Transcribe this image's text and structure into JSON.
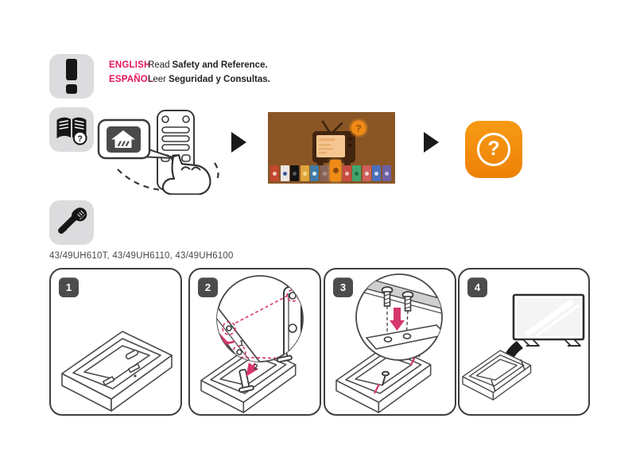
{
  "colors": {
    "accent_pink": "#e6155f",
    "arrow_pink": "#d6356d",
    "icon_gray_bg": "#dcdcde",
    "ink": "#1a1a1a",
    "panel_border": "#3f3f3f",
    "badge_bg": "#4c4c4c",
    "help_orange": "#ef8a17",
    "webos_bg": "#8a5626"
  },
  "safety": {
    "rows": [
      {
        "lang": "ENGLISH",
        "prefix": "Read",
        "bold": "Safety and Reference."
      },
      {
        "lang": "ESPAÑOL",
        "prefix": "Leer",
        "bold": "Seguridad y Consultas."
      }
    ]
  },
  "icons": {
    "book_question": "?",
    "help_glyph": "?"
  },
  "webos": {
    "badge_glyph": "?",
    "dock_tiles": [
      {
        "bg": "#c2472f",
        "fg": "rgba(255,228,218,0.85)"
      },
      {
        "bg": "#e9e7e4",
        "fg": "#3c5a9b"
      },
      {
        "bg": "#141414",
        "fg": "#5a5a5a"
      },
      {
        "bg": "#e0a63d",
        "fg": "#f5d98d"
      },
      {
        "bg": "#3f7ba6",
        "fg": "#e8f2f7"
      },
      {
        "bg": "#86635a",
        "fg": "#a98f86"
      },
      {
        "bg": "#ef8a17",
        "fg": "#8a4a08",
        "highlight": true
      },
      {
        "bg": "#c94b43",
        "fg": "#f0c0bc"
      },
      {
        "bg": "#42a46e",
        "fg": "#1f6b43"
      },
      {
        "bg": "#cf5f5a",
        "fg": "#f2d5d2"
      },
      {
        "bg": "#4a70bd",
        "fg": "#d7e0f4"
      },
      {
        "bg": "#6d60a4",
        "fg": "#cac2e8"
      }
    ]
  },
  "models_label": "43/49UH610T, 43/49UH6110, 43/49UH6100",
  "steps": [
    {
      "number": "1"
    },
    {
      "number": "2"
    },
    {
      "number": "3"
    },
    {
      "number": "4"
    }
  ],
  "step2_callout": {
    "label1": "1",
    "label2": "2"
  }
}
